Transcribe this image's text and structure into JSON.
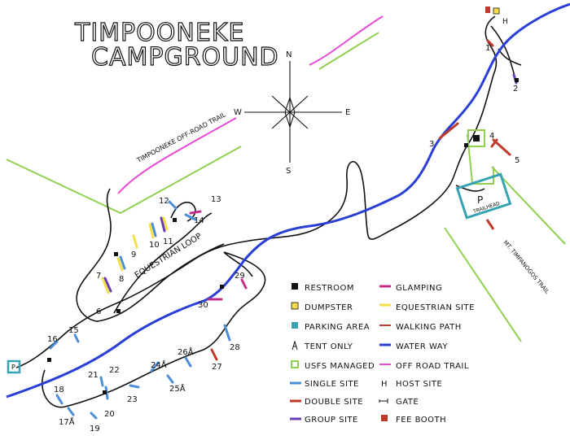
{
  "title": {
    "line1": "TIMPOONEKE",
    "line2": "CAMPGROUND"
  },
  "compass": {
    "n": "N",
    "s": "S",
    "e": "E",
    "w": "W"
  },
  "labels": {
    "offroad_trail": "TIMPOONEKE OFF-ROAD TRAIL",
    "equestrian_loop": "EQUESTRIAN LOOP",
    "trailhead": "TRAILHEAD",
    "mt_trail": "MT. TIMPANOGOS TRAIL",
    "parking_p": "P",
    "host_h": "H"
  },
  "sites": {
    "s1": "1",
    "s2": "2",
    "s3": "3",
    "s4": "4",
    "s5": "5",
    "s6": "6",
    "s7": "7",
    "s8": "8",
    "s9": "9",
    "s10": "10",
    "s11": "11",
    "s12": "12",
    "s13": "13",
    "s14": "14",
    "s15": "15",
    "s16": "16",
    "s17": "17Å",
    "s18": "18",
    "s19": "19",
    "s20": "20",
    "s21": "21",
    "s22": "22",
    "s23": "23",
    "s24": "24Å",
    "s25": "25Å",
    "s26": "26Å",
    "s27": "27",
    "s28": "28",
    "s29": "29",
    "s30": "30"
  },
  "legend": {
    "left": [
      {
        "label": "RESTROOM",
        "icon": "restroom-icon",
        "color": "#111111"
      },
      {
        "label": "DUMPSTER",
        "icon": "dumpster-icon",
        "color": "#f5e04a"
      },
      {
        "label": "PARKING AREA",
        "icon": "parking-icon",
        "color": "#36a3b5"
      },
      {
        "label": "TENT ONLY",
        "icon": "tent-icon",
        "color": "#111111"
      },
      {
        "label": "USFS MANAGED",
        "icon": "usfs-icon",
        "color": "#8fd14f"
      },
      {
        "label": "SINGLE SITE",
        "icon": "single-site-icon",
        "color": "#4a8fd6"
      },
      {
        "label": "DOUBLE SITE",
        "icon": "double-site-icon",
        "color": "#c0392b"
      },
      {
        "label": "GROUP SITE",
        "icon": "group-site-icon",
        "color": "#6a3fb5"
      }
    ],
    "right": [
      {
        "label": "GLAMPING",
        "icon": "glamping-icon",
        "color": "#c0308a"
      },
      {
        "label": "EQUESTRIAN SITE",
        "icon": "equestrian-icon",
        "color": "#f5e04a"
      },
      {
        "label": "WALKING PATH",
        "icon": "walking-path-icon",
        "color": "#c0392b"
      },
      {
        "label": "WATER WAY",
        "icon": "water-way-icon",
        "color": "#2a3fd6"
      },
      {
        "label": "OFF ROAD TRAIL",
        "icon": "off-road-trail-icon",
        "color": "#e84cd6"
      },
      {
        "label": "HOST SITE",
        "icon": "host-site-icon",
        "color": "#111111"
      },
      {
        "label": "GATE",
        "icon": "gate-icon",
        "color": "#111111"
      },
      {
        "label": "FEE BOOTH",
        "icon": "fee-booth-icon",
        "color": "#c0392b"
      }
    ]
  },
  "colors": {
    "water": "#2a3fd6",
    "usfs": "#8fd14f",
    "offroad": "#e84cd6",
    "single": "#4a8fd6",
    "double": "#c0392b",
    "group": "#6a3fb5",
    "equestrian": "#f5e04a",
    "glamping": "#c0308a",
    "parking": "#36a3b5"
  }
}
